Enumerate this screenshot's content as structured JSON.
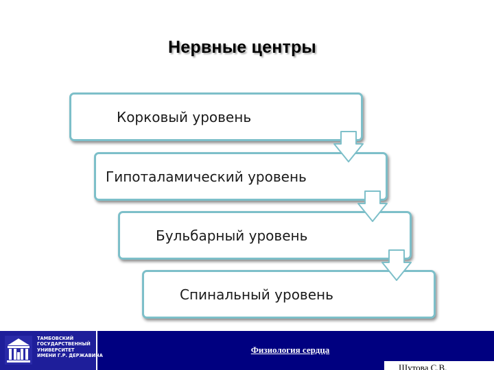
{
  "title": "Нервные центры",
  "levels": [
    "Корковый уровень",
    "Гипоталамический уровень",
    "Бульбарный уровень",
    "Спинальный уровень"
  ],
  "arrow_icon": "down-arrow-icon",
  "colors": {
    "box_border": "#7dbfc9",
    "footer": "#000080",
    "arrow_fill": "#ffffff",
    "arrow_stroke": "#7dbfc9"
  },
  "footer": {
    "logo_lines": [
      "ТАМБОВСКИЙ",
      "ГОСУДАРСТВЕННЫЙ",
      "УНИВЕРСИТЕТ",
      "ИМЕНИ Г.Р. ДЕРЖАВИНА"
    ],
    "course": "Физиология сердца",
    "author": "Шутова С.В."
  }
}
